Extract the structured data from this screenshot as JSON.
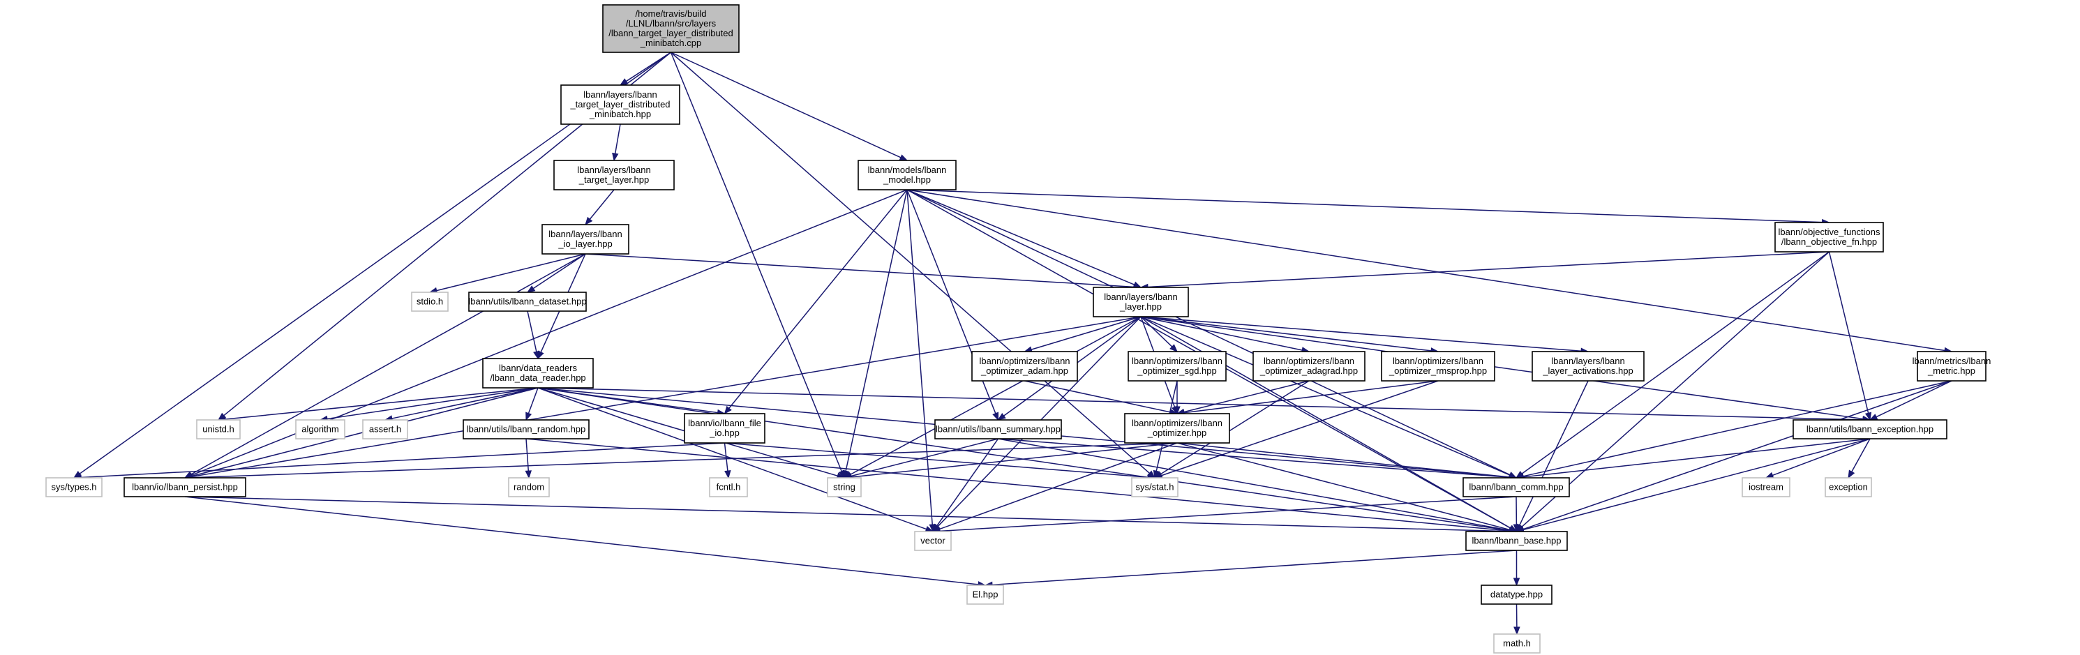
{
  "nodes": [
    {
      "id": "root",
      "lines": [
        "/home/travis/build",
        "/LLNL/lbann/src/layers",
        "/lbann_target_layer_distributed",
        "_minibatch.cpp"
      ]
    },
    {
      "id": "tld",
      "lines": [
        "lbann/layers/lbann",
        "_target_layer_distributed",
        "_minibatch.hpp"
      ]
    },
    {
      "id": "tl",
      "lines": [
        "lbann/layers/lbann",
        "_target_layer.hpp"
      ]
    },
    {
      "id": "io",
      "lines": [
        "lbann/layers/lbann",
        "_io_layer.hpp"
      ]
    },
    {
      "id": "model",
      "lines": [
        "lbann/models/lbann",
        "_model.hpp"
      ]
    },
    {
      "id": "objfn",
      "lines": [
        "lbann/objective_functions",
        "/lbann_objective_fn.hpp"
      ]
    },
    {
      "id": "layer",
      "lines": [
        "lbann/layers/lbann",
        "_layer.hpp"
      ]
    },
    {
      "id": "dataset",
      "lines": [
        "lbann/utils/lbann_dataset.hpp"
      ]
    },
    {
      "id": "stdio",
      "lines": [
        "stdio.h"
      ]
    },
    {
      "id": "reader",
      "lines": [
        "lbann/data_readers",
        "/lbann_data_reader.hpp"
      ]
    },
    {
      "id": "adam",
      "lines": [
        "lbann/optimizers/lbann",
        "_optimizer_adam.hpp"
      ]
    },
    {
      "id": "sgd",
      "lines": [
        "lbann/optimizers/lbann",
        "_optimizer_sgd.hpp"
      ]
    },
    {
      "id": "adagrad",
      "lines": [
        "lbann/optimizers/lbann",
        "_optimizer_adagrad.hpp"
      ]
    },
    {
      "id": "rmsprop",
      "lines": [
        "lbann/optimizers/lbann",
        "_optimizer_rmsprop.hpp"
      ]
    },
    {
      "id": "activ",
      "lines": [
        "lbann/layers/lbann",
        "_layer_activations.hpp"
      ]
    },
    {
      "id": "metric",
      "lines": [
        "lbann/metrics/lbann",
        "_metric.hpp"
      ]
    },
    {
      "id": "unistd",
      "lines": [
        "unistd.h"
      ]
    },
    {
      "id": "algorithm",
      "lines": [
        "algorithm"
      ]
    },
    {
      "id": "assert",
      "lines": [
        "assert.h"
      ]
    },
    {
      "id": "random",
      "lines": [
        "lbann/utils/lbann_random.hpp"
      ]
    },
    {
      "id": "fileio",
      "lines": [
        "lbann/io/lbann_file",
        "_io.hpp"
      ]
    },
    {
      "id": "summary",
      "lines": [
        "lbann/utils/lbann_summary.hpp"
      ]
    },
    {
      "id": "optimizer",
      "lines": [
        "lbann/optimizers/lbann",
        "_optimizer.hpp"
      ]
    },
    {
      "id": "exception",
      "lines": [
        "lbann/utils/lbann_exception.hpp"
      ]
    },
    {
      "id": "systypes",
      "lines": [
        "sys/types.h"
      ]
    },
    {
      "id": "persist",
      "lines": [
        "lbann/io/lbann_persist.hpp"
      ]
    },
    {
      "id": "randomstd",
      "lines": [
        "random"
      ]
    },
    {
      "id": "fcntl",
      "lines": [
        "fcntl.h"
      ]
    },
    {
      "id": "string",
      "lines": [
        "string"
      ]
    },
    {
      "id": "sysstat",
      "lines": [
        "sys/stat.h"
      ]
    },
    {
      "id": "comm",
      "lines": [
        "lbann/lbann_comm.hpp"
      ]
    },
    {
      "id": "iostream",
      "lines": [
        "iostream"
      ]
    },
    {
      "id": "exceptionstd",
      "lines": [
        "exception"
      ]
    },
    {
      "id": "vector",
      "lines": [
        "vector"
      ]
    },
    {
      "id": "base",
      "lines": [
        "lbann/lbann_base.hpp"
      ]
    },
    {
      "id": "el",
      "lines": [
        "El.hpp"
      ]
    },
    {
      "id": "datatype",
      "lines": [
        "datatype.hpp"
      ]
    },
    {
      "id": "math",
      "lines": [
        "math.h"
      ]
    }
  ],
  "colors": {
    "edge": "#191970",
    "node_border": "#000000",
    "external_border": "#bfbfbf",
    "root_fill": "#bfbfbf",
    "background": "#ffffff"
  }
}
